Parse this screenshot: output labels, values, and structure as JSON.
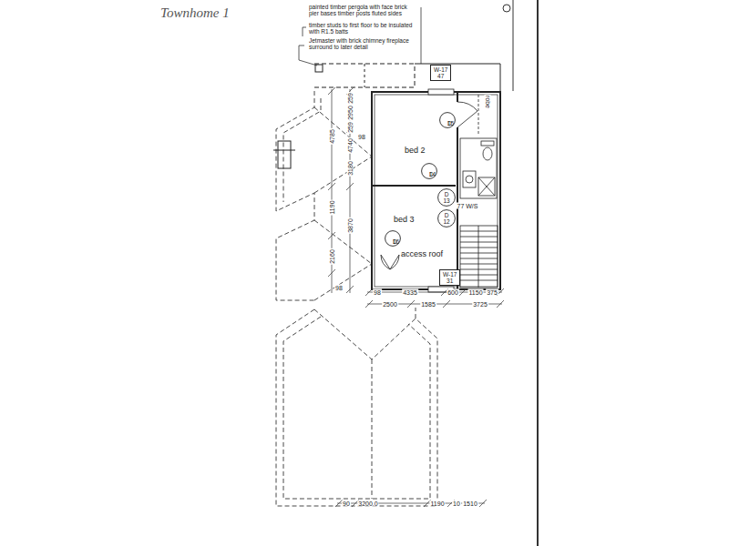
{
  "diagram": {
    "title": "Townhome 1",
    "nodes": [
      {
        "text": [
          "bed 2"
        ]
      },
      {
        "text": [
          "bed 3",
          "access roof"
        ]
      },
      {
        "text": [
          "D",
          "15"
        ],
        "in": 0
      },
      {
        "text": [
          "D",
          "14"
        ],
        "in": 0
      },
      {
        "text": [
          "D",
          "13"
        ]
      },
      {
        "text": [
          "D",
          "12"
        ]
      },
      {
        "text": [
          "D",
          "16"
        ],
        "in": 1
      },
      {
        "text": [
          "W-17",
          "47"
        ]
      },
      {
        "text": [
          "W-17",
          "31"
        ]
      }
    ],
    "labels": [
      "painted timber pergola with face brick pier bases timber posts fluted sides",
      "timber studs to first floor to be insulated with R1.5 batts",
      "Jetmaster with brick chimney fireplace surround to later detail",
      "robe",
      "77 W/S",
      "259",
      "2950",
      "259",
      "4785",
      "4740",
      "98",
      "3180",
      "1190",
      "3870",
      "2160",
      "98",
      "98",
      "4335",
      "600",
      "1150",
      "375",
      "2500",
      "1585",
      "3725",
      "90",
      "3200.0",
      "1190",
      "10",
      "1510"
    ]
  }
}
